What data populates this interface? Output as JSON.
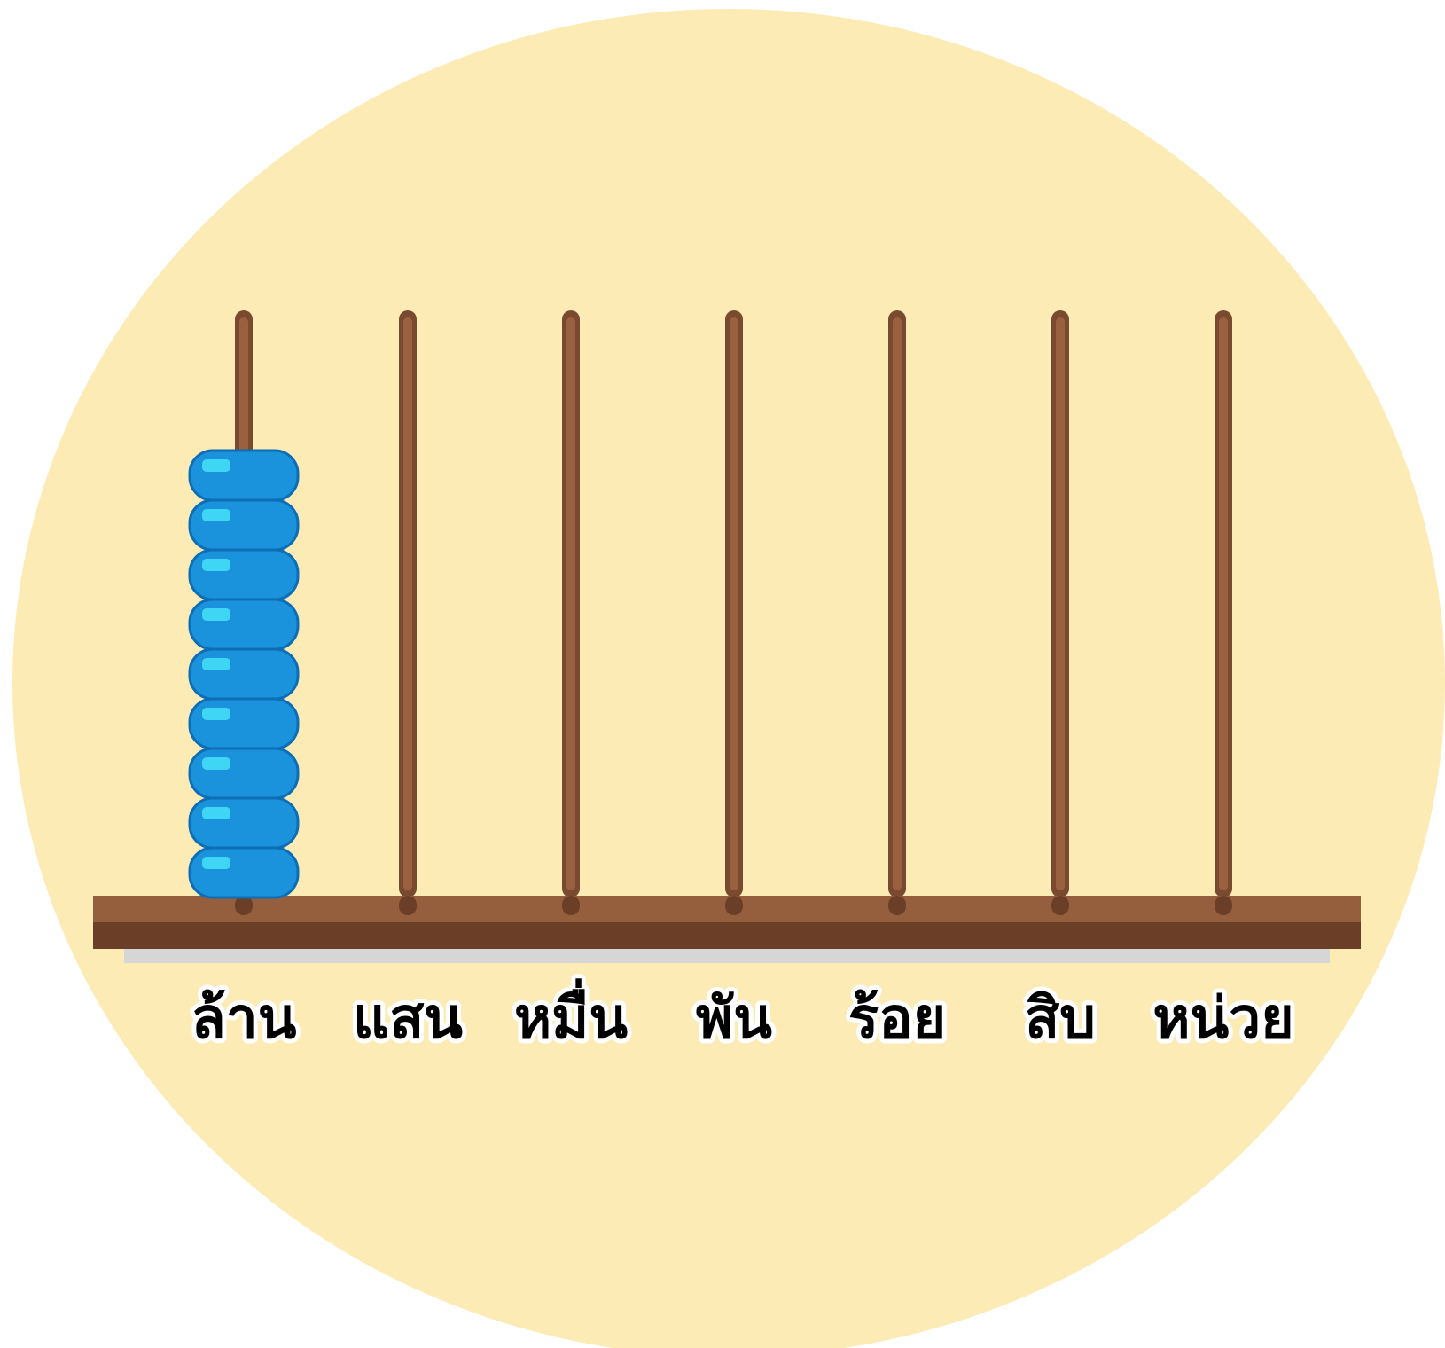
{
  "colors": {
    "background_circle": "#fdebb6",
    "rod": "#7a4a30",
    "rod_highlight": "#9a6140",
    "base_top": "#955f3e",
    "base_bottom": "#6b3f27",
    "base_shadow": "#d6d6d6",
    "bead_fill": "#1a93dc",
    "bead_stroke": "#0d6db5",
    "bead_highlight": "#3fd6f5"
  },
  "abacus": {
    "columns": [
      {
        "label": "ล้าน",
        "beads": 9
      },
      {
        "label": "แสน",
        "beads": 0
      },
      {
        "label": "หมื่น",
        "beads": 0
      },
      {
        "label": "พัน",
        "beads": 0
      },
      {
        "label": "ร้อย",
        "beads": 0
      },
      {
        "label": "สิบ",
        "beads": 0
      },
      {
        "label": "หน่วย",
        "beads": 0
      }
    ]
  }
}
